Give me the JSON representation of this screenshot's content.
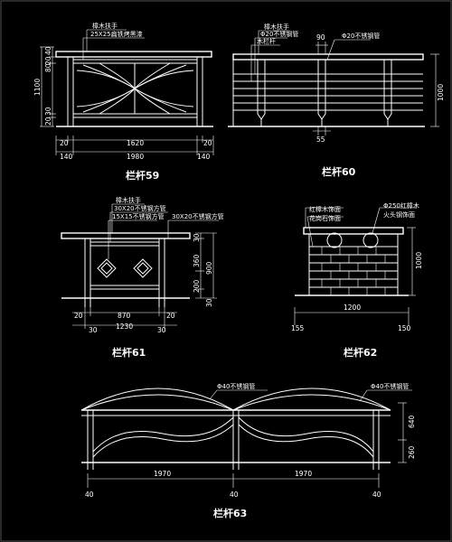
{
  "colors": {
    "background": "#000000",
    "line": "#ffffff"
  },
  "r59": {
    "title": "栏杆59",
    "labels": {
      "handrail": "樟木扶手",
      "tube": "25X25扁铁烤黑漆"
    },
    "dims": {
      "d40": "40",
      "d20a": "20",
      "d80": "80",
      "d1100": "1100",
      "d30": "30",
      "d20b": "20",
      "d20c": "20",
      "d1620": "1620",
      "d20d": "20",
      "d140a": "140",
      "d1980": "1980",
      "d140b": "140"
    }
  },
  "r60": {
    "title": "栏杆60",
    "labels": {
      "handrail": "樟木扶手",
      "tube": "Φ20不锈钢管",
      "post": "木栏杆",
      "pipe": "Φ20不锈钢管"
    },
    "dims": {
      "d90": "90",
      "d1000": "1000",
      "d55": "55"
    }
  },
  "r61": {
    "title": "栏杆61",
    "labels": {
      "handrail": "樟木扶手",
      "tube1": "30X20不锈钢方管",
      "tube2": "15X15不锈钢方管",
      "tube3": "30X20不锈钢方管"
    },
    "dims": {
      "d30a": "30",
      "d360": "360",
      "d900": "900",
      "d200": "200",
      "d30b": "30",
      "d20a": "20",
      "d870": "870",
      "d20b": "20",
      "d30c": "30",
      "d1230": "1230",
      "d30d": "30"
    }
  },
  "r62": {
    "title": "栏杆62",
    "labels": {
      "wood": "红樟木饰面",
      "flower": "花岗石饰面",
      "pipe": "Φ250红樟木",
      "pipe2": "火头钢饰面"
    },
    "dims": {
      "d1000": "1000",
      "d1200": "1200",
      "d155": "155",
      "d150": "150"
    }
  },
  "r63": {
    "title": "栏杆63",
    "labels": {
      "pipe1": "Φ40不锈钢管",
      "pipe2": "Φ40不锈钢管"
    },
    "dims": {
      "d640": "640",
      "d260": "260",
      "d1970a": "1970",
      "d1970b": "1970",
      "d40a": "40",
      "d40b": "40",
      "d40c": "40"
    }
  }
}
